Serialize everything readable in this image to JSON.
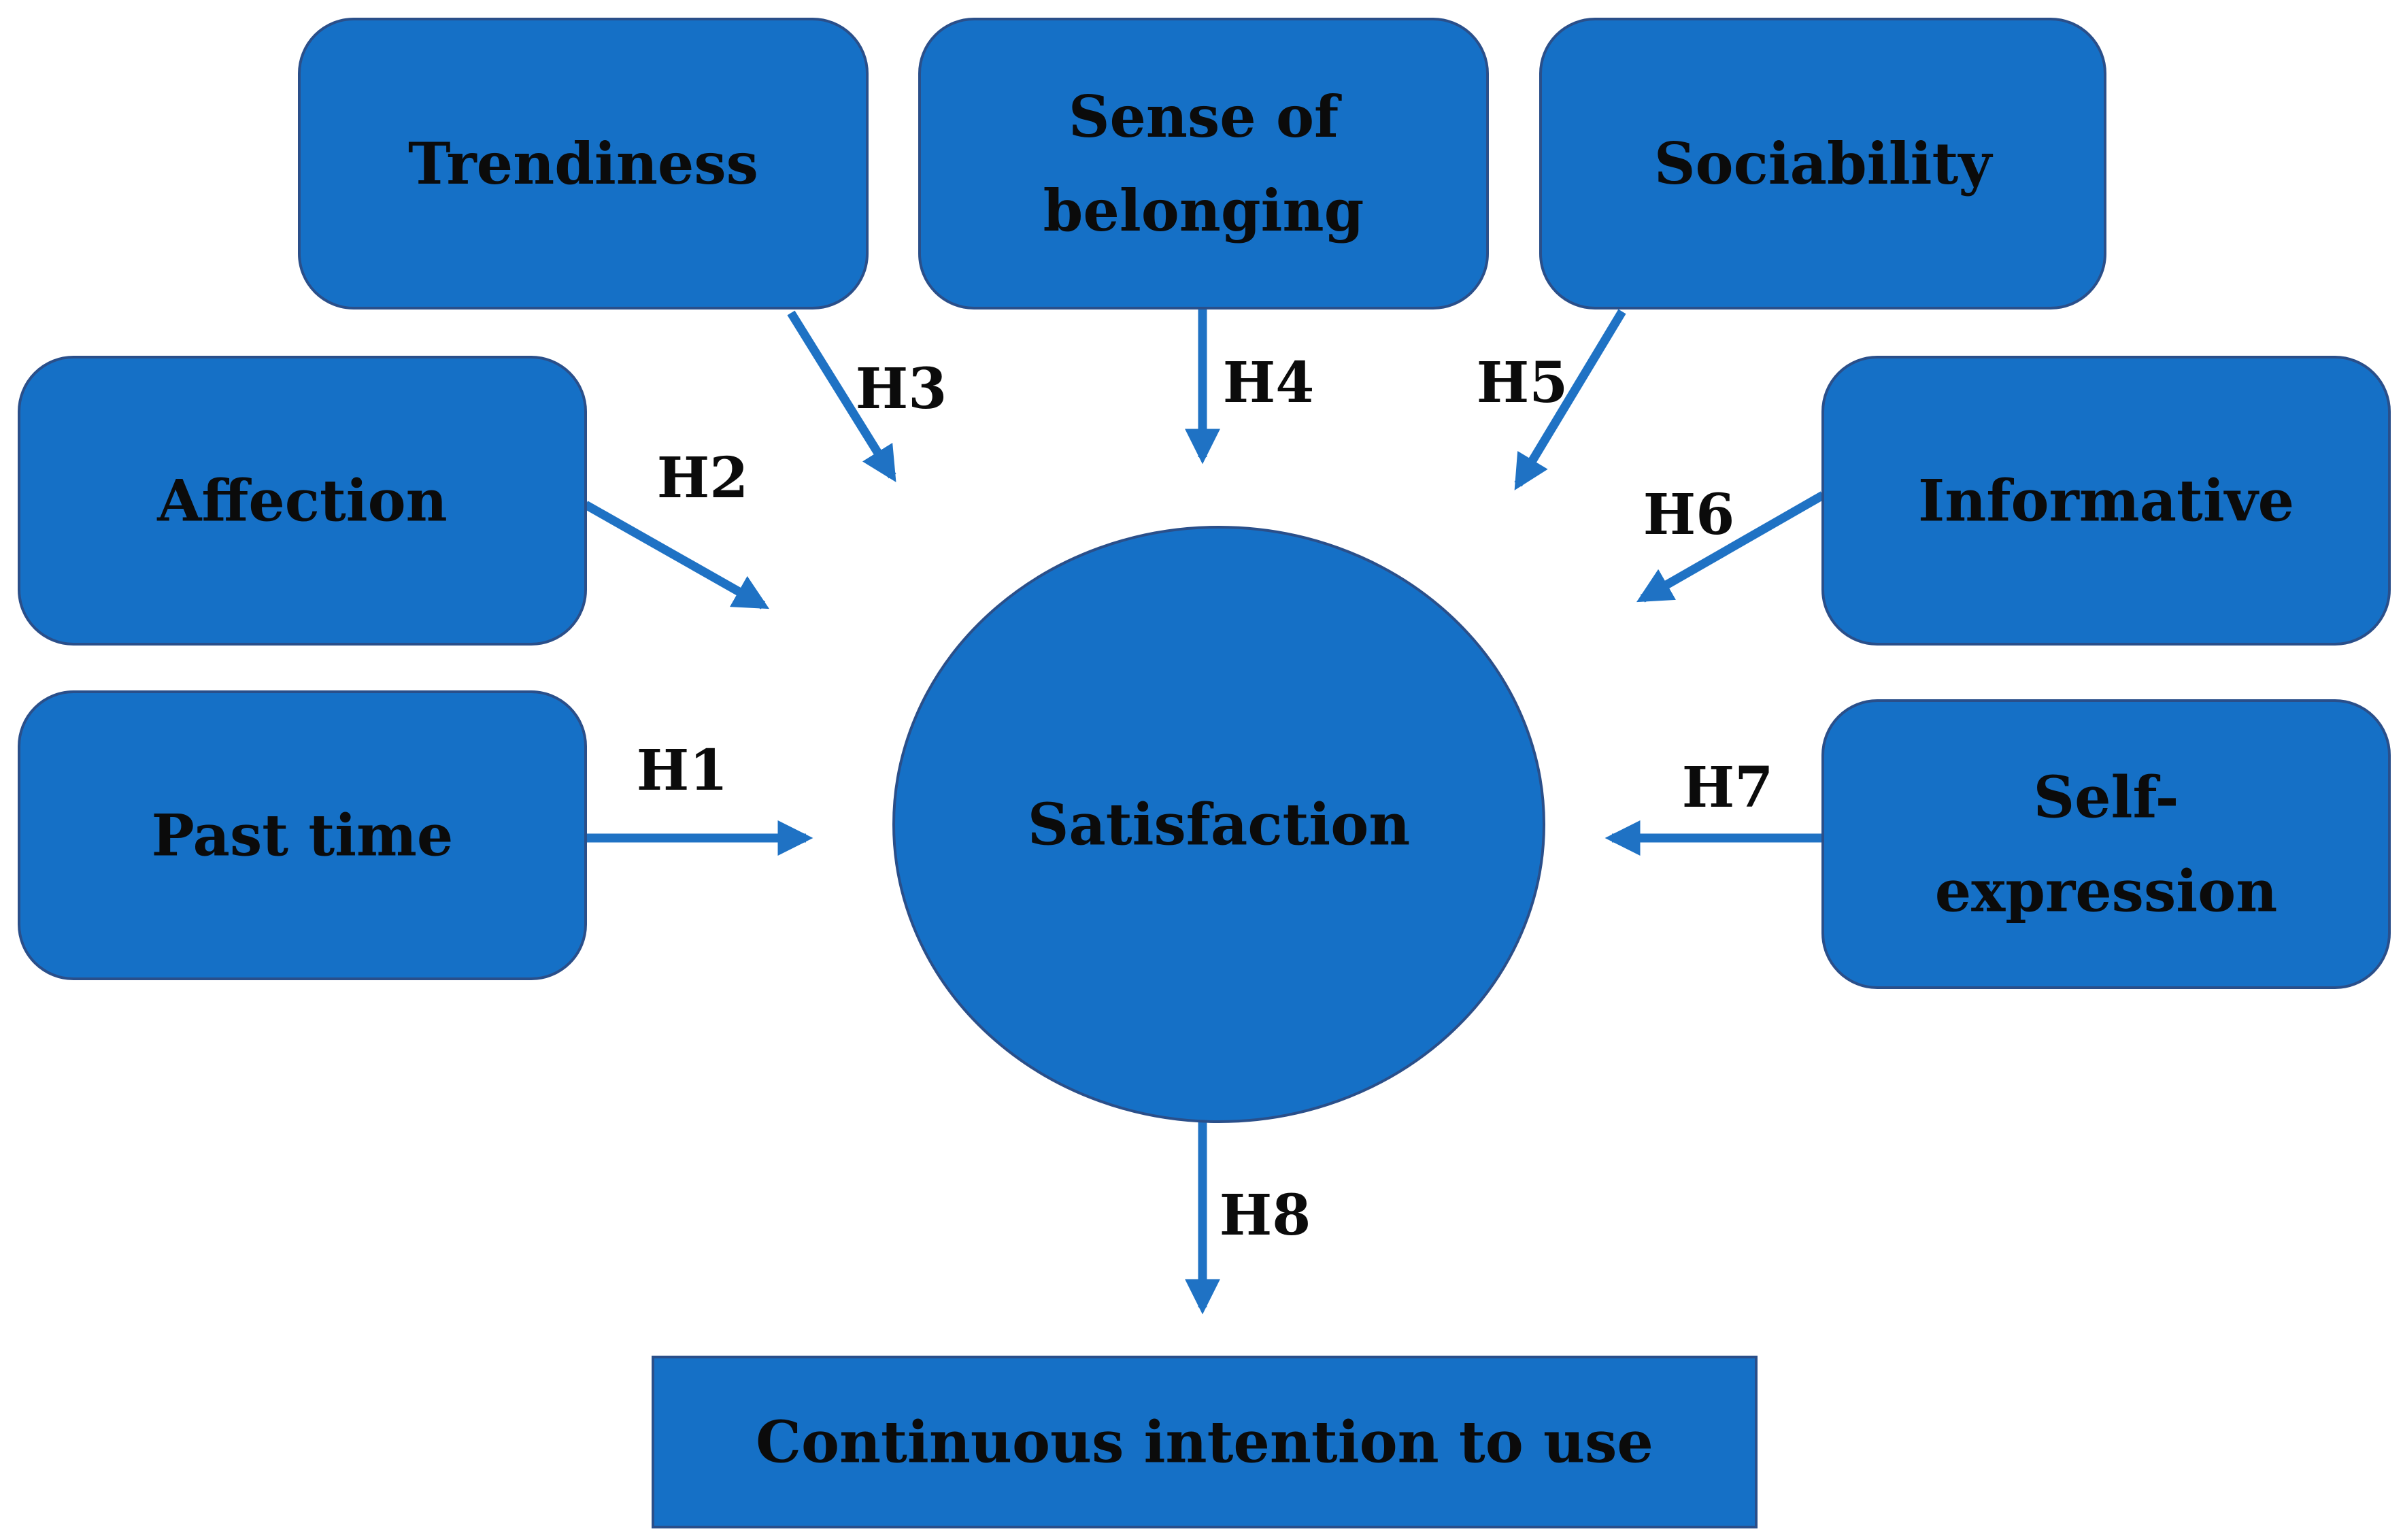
{
  "colors": {
    "node_fill": "#1570c6",
    "node_stroke": "#2a4f8a",
    "arrow": "#1f72c4",
    "text": "#0b0b0b",
    "background": "#ffffff"
  },
  "nodes": {
    "trendiness": {
      "lines": [
        "Trendiness"
      ]
    },
    "belonging": {
      "lines": [
        "Sense of",
        "belonging"
      ]
    },
    "sociability": {
      "lines": [
        "Sociability"
      ]
    },
    "affection": {
      "lines": [
        "Affection"
      ]
    },
    "informative": {
      "lines": [
        "Informative"
      ]
    },
    "past_time": {
      "lines": [
        "Past time"
      ]
    },
    "self_expression": {
      "lines": [
        "Self-",
        "expression"
      ]
    },
    "satisfaction": {
      "lines": [
        "Satisfaction"
      ]
    },
    "continuous": {
      "lines": [
        "Continuous intention to use"
      ]
    }
  },
  "arrows": [
    {
      "from": "past_time",
      "to": "satisfaction",
      "label": "H1"
    },
    {
      "from": "affection",
      "to": "satisfaction",
      "label": "H2"
    },
    {
      "from": "trendiness",
      "to": "satisfaction",
      "label": "H3"
    },
    {
      "from": "belonging",
      "to": "satisfaction",
      "label": "H4"
    },
    {
      "from": "sociability",
      "to": "satisfaction",
      "label": "H5"
    },
    {
      "from": "informative",
      "to": "satisfaction",
      "label": "H6"
    },
    {
      "from": "self_expression",
      "to": "satisfaction",
      "label": "H7"
    },
    {
      "from": "satisfaction",
      "to": "continuous",
      "label": "H8"
    }
  ]
}
